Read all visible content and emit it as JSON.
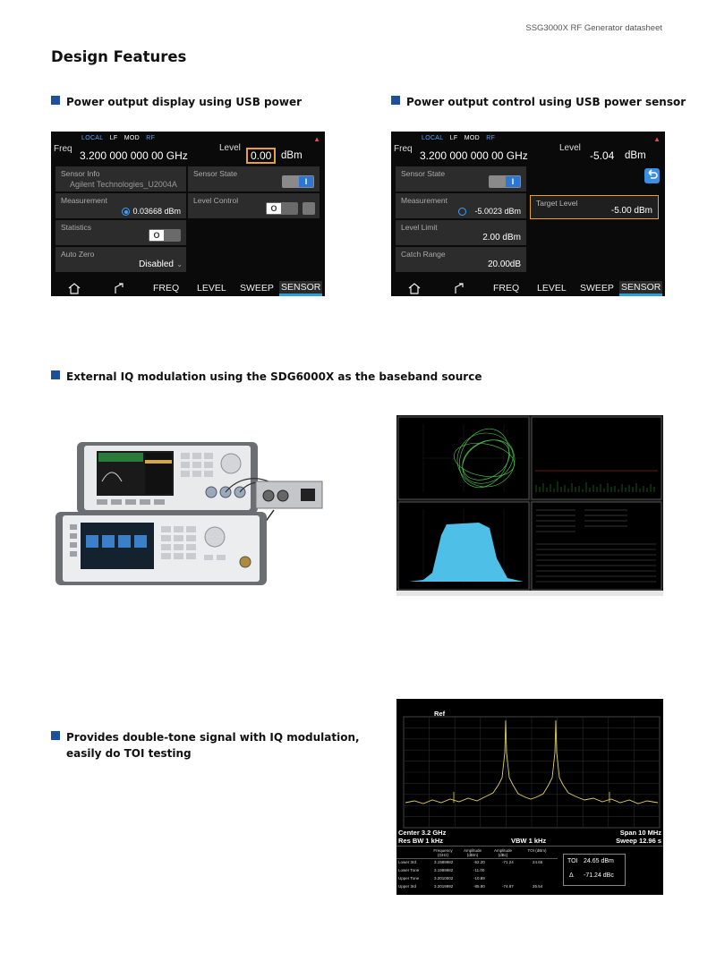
{
  "header": "SSG3000X RF Generator datasheet",
  "title": "Design Features",
  "sections": {
    "s1": "Power output display using USB power",
    "s2": "Power output control using USB power sensor",
    "s3": "External IQ modulation using the SDG6000X as the baseband source",
    "s4a": "Provides double-tone signal with IQ modulation,",
    "s4b": "easily do TOI  testing"
  },
  "screen1": {
    "status": [
      "LOCAL",
      "LF",
      "MOD",
      "RF"
    ],
    "freq_label": "Freq",
    "freq": "3.200 000 000 00   GHz",
    "level_label": "Level",
    "level": "0.00",
    "level_unit": "dBm",
    "sensor_info_label": "Sensor Info",
    "sensor_info_value": "Agilent Technologies_U2004A",
    "sensor_state_label": "Sensor State",
    "toggle_on": "I",
    "toggle_off": "O",
    "measurement_label": "Measurement",
    "measurement_value": "0.03668 dBm",
    "level_control_label": "Level Control",
    "statistics_label": "Statistics",
    "auto_zero_label": "Auto Zero",
    "auto_zero_value": "Disabled"
  },
  "screen2": {
    "status": [
      "LOCAL",
      "LF",
      "MOD",
      "RF"
    ],
    "freq_label": "Freq",
    "freq": "3.200 000 000 00   GHz",
    "level_label": "Level",
    "level": "-5.04",
    "level_unit": "dBm",
    "sensor_state_label": "Sensor State",
    "toggle_on": "I",
    "measurement_label": "Measurement",
    "measurement_value": "-5.0023 dBm",
    "target_level_label": "Target Level",
    "target_level_value": "-5.00 dBm",
    "level_limit_label": "Level Limit",
    "level_limit_value": "2.00 dBm",
    "catch_range_label": "Catch Range",
    "catch_range_value": "20.00",
    "catch_range_unit": "dB"
  },
  "nav": [
    "FREQ",
    "LEVEL",
    "SWEEP",
    "SENSOR"
  ],
  "toi": {
    "ref": "Ref",
    "center": "Center  3.2 GHz",
    "span": "Span 10 MHz",
    "rbw": "Res BW  1 kHz",
    "vbw": "VBW  1 kHz",
    "sweep": "Sweep  12.96 s",
    "headers": [
      "Frequency (GHz)",
      "Amplitude (dBm)",
      "Amplitude (dBc)",
      "TOI (dBm)"
    ],
    "rows": [
      [
        "Lower 3rd",
        "3.1989982",
        "-52.20",
        "-71.24",
        "24.65"
      ],
      [
        "Lower Tone",
        "3.1999982",
        "-11.00",
        "",
        ""
      ],
      [
        "Upper Tone",
        "3.2010002",
        "-10.89",
        "",
        ""
      ],
      [
        "Upper 3rd",
        "3.2019992",
        "-85.80",
        "-74.87",
        "26.54"
      ]
    ],
    "toi_label": "TOI",
    "toi_value": "24.65 dBm",
    "delta_label": "Δ",
    "delta_value": "-71.24 dBc"
  },
  "colors": {
    "accent": "#1d4f9c",
    "highlight": "#e8a032",
    "tab": "#2b9fd6"
  }
}
